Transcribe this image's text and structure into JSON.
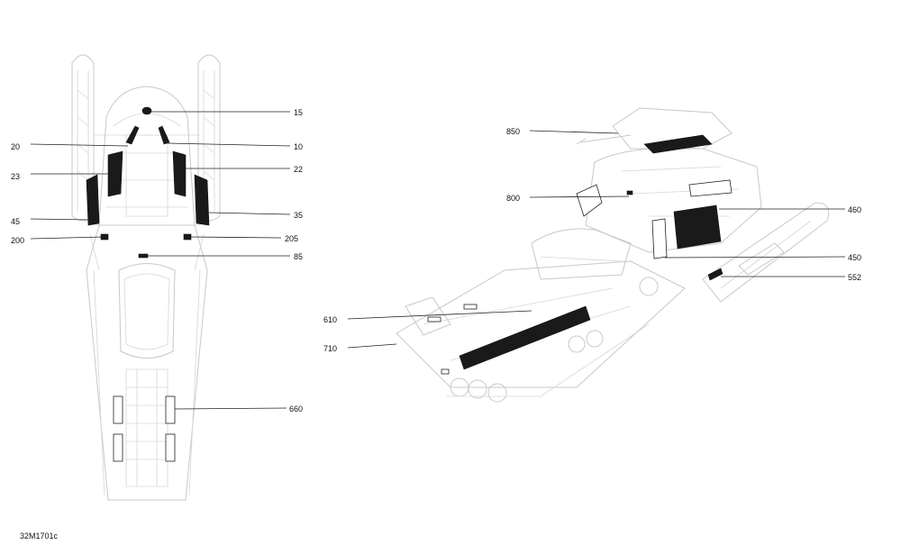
{
  "figure_code": "32M1701c",
  "callouts": {
    "c15": "15",
    "c10": "10",
    "c20": "20",
    "c22": "22",
    "c23": "23",
    "c35": "35",
    "c45": "45",
    "c200": "200",
    "c205": "205",
    "c85": "85",
    "c660": "660",
    "c850": "850",
    "c800": "800",
    "c460": "460",
    "c450": "450",
    "c552": "552",
    "c610": "610",
    "c710": "710"
  }
}
